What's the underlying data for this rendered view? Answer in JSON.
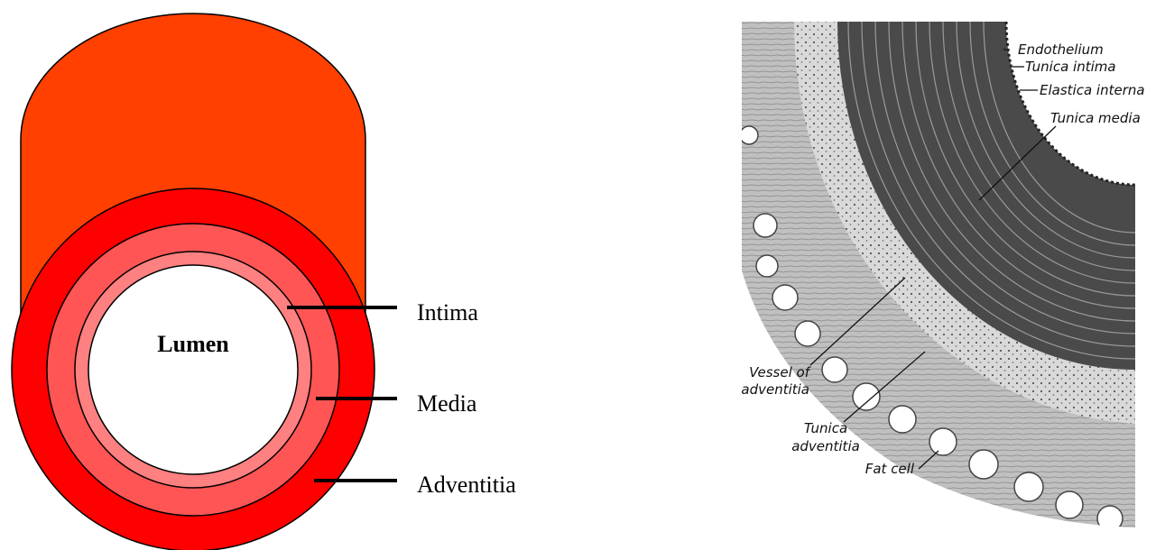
{
  "schematic": {
    "lumen_label": "Lumen",
    "layer_labels": [
      "Intima",
      "Media",
      "Adventitia"
    ],
    "colors": {
      "vessel_body": "#FF4000",
      "adventitia": "#FF0000",
      "media": "#FF5555",
      "intima": "#FF8080",
      "lumen": "#FFFFFF",
      "outline": "#000000"
    }
  },
  "micrograph": {
    "labels_right": [
      "Endothelium",
      "Tunica intima",
      "Elastica interna",
      "Tunica media"
    ],
    "labels_left": [
      {
        "line1": "Vessel of",
        "line2": "adventitia"
      },
      {
        "line1": "Tunica",
        "line2": "adventitia"
      },
      {
        "line1": "Fat cell",
        "line2": ""
      }
    ]
  }
}
